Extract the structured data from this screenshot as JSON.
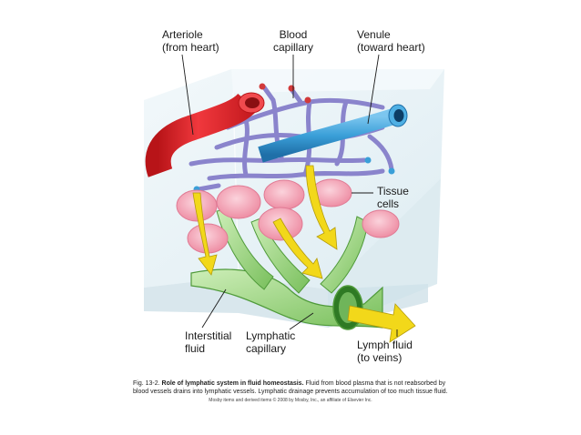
{
  "labels": {
    "arteriole": [
      "Arteriole",
      "(from heart)"
    ],
    "blood_capillary": [
      "Blood",
      "capillary"
    ],
    "venule": [
      "Venule",
      "(toward heart)"
    ],
    "tissue_cells": [
      "Tissue",
      "cells"
    ],
    "interstitial_fluid": [
      "Interstitial",
      "fluid"
    ],
    "lymphatic_capillary": [
      "Lymphatic",
      "capillary"
    ],
    "lymph_fluid": [
      "Lymph fluid",
      "(to veins)"
    ]
  },
  "caption": {
    "figure_number": "Fig. 13-2.",
    "title": "Role of lymphatic system in fluid homeostasis.",
    "text": "Fluid from blood plasma that is not reabsorbed by blood vessels drains into lymphatic vessels. Lymphatic drainage prevents accumulation of too much tissue fluid.",
    "copyright": "Mosby items and derived items © 2008 by Mosby, Inc., an affiliate of Elsevier Inc."
  },
  "colors": {
    "artery": "#e8252b",
    "vein": "#3a9fd8",
    "capillary": "#8a84cc",
    "tissue_cell": "#f3a7b8",
    "lymphatic": "#8fcf73",
    "flow_arrow": "#f2d81a",
    "tissue_block": "#dfeef3"
  }
}
